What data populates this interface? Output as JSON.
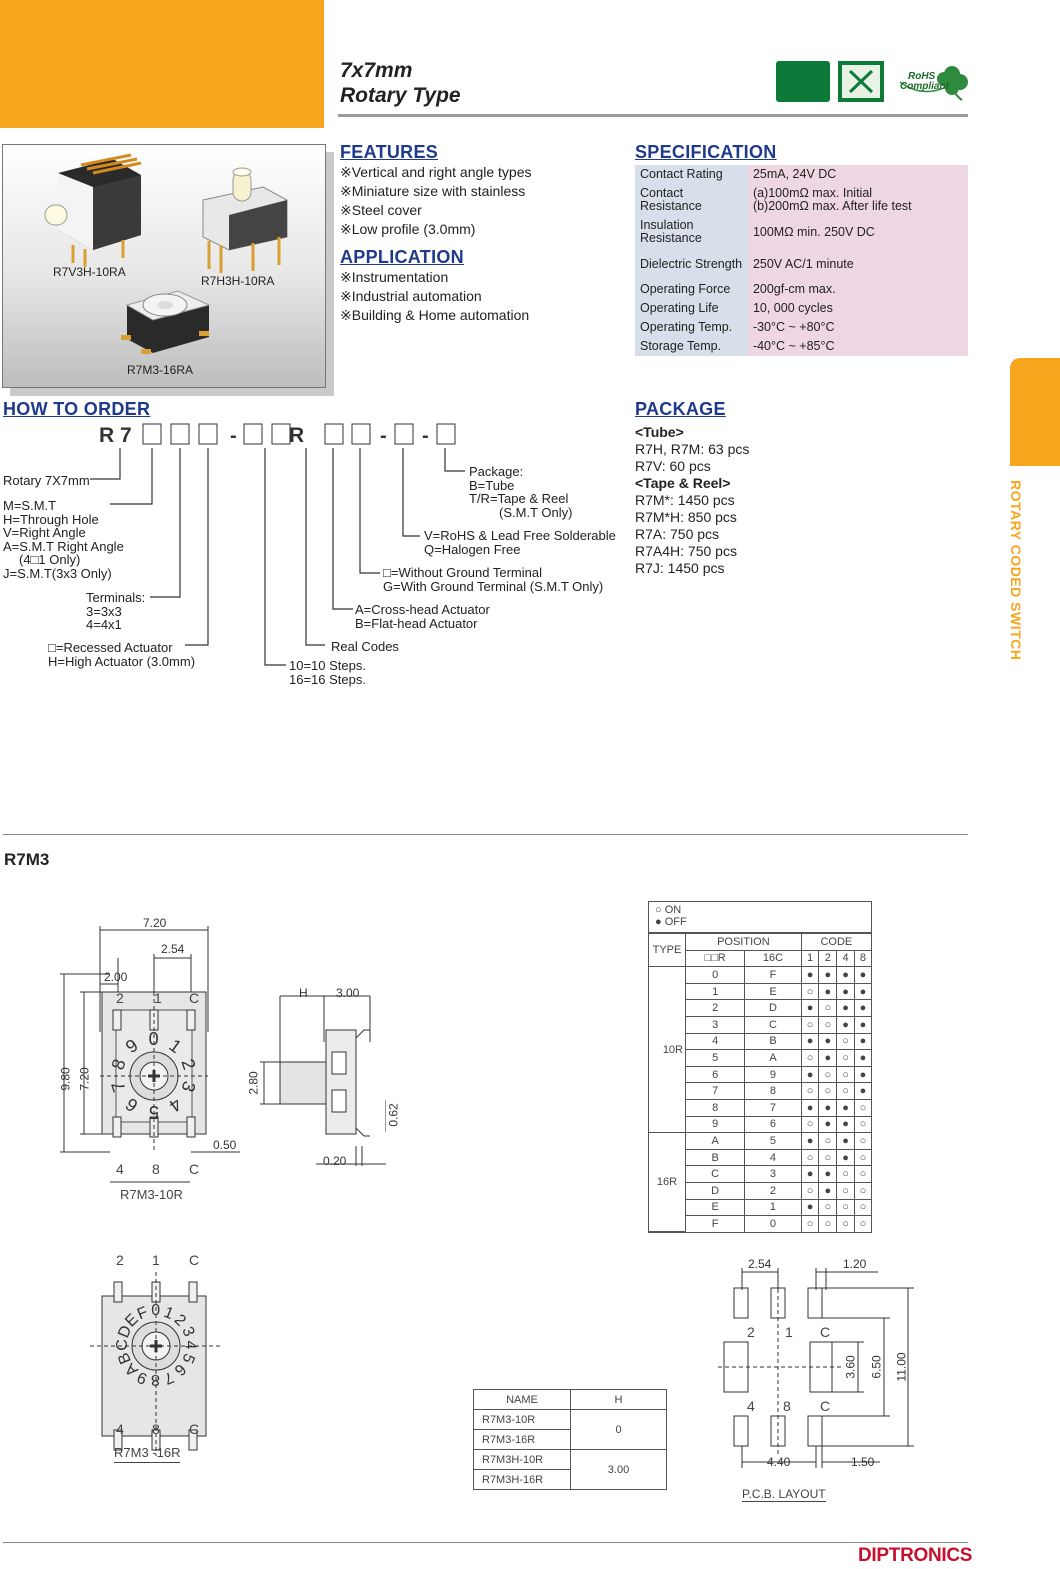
{
  "header": {
    "title_line1": "7x7mm",
    "title_line2": "Rotary Type",
    "rohs_line1": "RoHS",
    "rohs_line2": "Compliant"
  },
  "side_tab": {
    "label": "ROTARY CODED SWITCH"
  },
  "photo": {
    "labels": [
      "R7V3H-10RA",
      "R7H3H-10RA",
      "R7M3-16RA"
    ]
  },
  "features": {
    "heading": "FEATURES",
    "items": [
      "※Vertical and right angle types",
      "※Miniature size with stainless",
      "※Steel cover",
      "※Low profile (3.0mm)"
    ]
  },
  "application": {
    "heading": "APPLICATION",
    "items": [
      "※Instrumentation",
      "※Industrial automation",
      "※Building & Home automation"
    ]
  },
  "specification": {
    "heading": "SPECIFICATION",
    "rows": [
      {
        "key": "Contact Rating",
        "value": "25mA, 24V DC"
      },
      {
        "key": "Contact Resistance",
        "value": "(a)100mΩ max. Initial\n(b)200mΩ max. After life test"
      },
      {
        "key": "Insulation Resistance",
        "value": "100MΩ min. 250V DC"
      },
      {
        "key": "Dielectric Strength",
        "value": "250V AC/1 minute"
      },
      {
        "key": "Operating Force",
        "value": "200gf-cm max."
      },
      {
        "key": "Operating Life",
        "value": "10, 000 cycles"
      },
      {
        "key": "Operating Temp.",
        "value": "-30°C ~ +80°C"
      },
      {
        "key": "Storage Temp.",
        "value": "-40°C ~ +85°C"
      }
    ]
  },
  "how_to_order": {
    "heading": "HOW TO ORDER",
    "code_chars": [
      "R",
      "7",
      "",
      "",
      "",
      "-",
      "",
      "",
      "R",
      "",
      "",
      "-",
      "",
      "-",
      ""
    ],
    "labels": {
      "rotary": "Rotary 7X7mm",
      "mount": [
        "M=S.M.T",
        "H=Through Hole",
        "V=Right Angle",
        "A=S.M.T Right Angle",
        "(4□1 Only)",
        "J=S.M.T(3x3 Only)"
      ],
      "terminals": [
        "Terminals:",
        "3=3x3",
        "4=4x1"
      ],
      "actuator_height": [
        "□=Recessed Actuator",
        "H=High Actuator (3.0mm)"
      ],
      "steps": [
        "10=10 Steps.",
        "16=16 Steps."
      ],
      "real_codes": "Real Codes",
      "actuator_head": [
        "A=Cross-head Actuator",
        "B=Flat-head Actuator"
      ],
      "ground": [
        "□=Without Ground Terminal",
        "G=With Ground Terminal (S.M.T Only)"
      ],
      "solder": [
        "V=RoHS & Lead Free Solderable",
        "Q=Halogen Free"
      ],
      "package": [
        "Package:",
        "B=Tube",
        "T/R=Tape & Reel",
        "(S.M.T Only)"
      ]
    }
  },
  "package": {
    "heading": "PACKAGE",
    "lines": [
      {
        "text": "<Tube>",
        "bold": true
      },
      {
        "text": "R7H, R7M: 63 pcs",
        "bold": false
      },
      {
        "text": "R7V: 60 pcs",
        "bold": false
      },
      {
        "text": "<Tape & Reel>",
        "bold": true
      },
      {
        "text": "R7M*: 1450 pcs",
        "bold": false
      },
      {
        "text": "R7M*H: 850 pcs",
        "bold": false
      },
      {
        "text": "R7A: 750 pcs",
        "bold": false
      },
      {
        "text": "R7A4H: 750 pcs",
        "bold": false
      },
      {
        "text": "R7J: 1450 pcs",
        "bold": false
      }
    ]
  },
  "section2": {
    "title": "R7M3"
  },
  "drawings": {
    "top_view_10r": {
      "caption": "R7M3-10R",
      "dims": [
        "7.20",
        "2.54",
        "2.00",
        "9.80",
        "7.20",
        "0.50"
      ],
      "pins_top": [
        "2",
        "1",
        "C"
      ],
      "pins_bottom": [
        "4",
        "8",
        "C"
      ],
      "dial": [
        "0",
        "1",
        "2",
        "3",
        "4",
        "5",
        "6",
        "7",
        "8",
        "9"
      ]
    },
    "side_view": {
      "dims": [
        "H",
        "3.00",
        "2.80",
        "0.62",
        "0.20"
      ]
    },
    "top_view_16r": {
      "caption": "R7M3 -16R",
      "pins_top": [
        "2",
        "1",
        "C"
      ],
      "pins_bottom": [
        "4",
        "8",
        "C"
      ],
      "dial": [
        "0",
        "1",
        "2",
        "3",
        "4",
        "5",
        "6",
        "7",
        "8",
        "9",
        "A",
        "B",
        "C",
        "D",
        "E",
        "F"
      ]
    },
    "pcb_layout": {
      "caption": "P.C.B. LAYOUT",
      "dims": [
        "2.54",
        "1.20",
        "3.60",
        "6.50",
        "11.00",
        "4.40",
        "1.50"
      ],
      "pins_top": [
        "2",
        "1",
        "C"
      ],
      "pins_bottom": [
        "4",
        "8",
        "C"
      ]
    }
  },
  "code_table": {
    "legend": [
      "○ ON",
      "● OFF"
    ],
    "headers": {
      "type": "TYPE",
      "position": "POSITION",
      "code": "CODE",
      "r10": "□□R",
      "c16": "16C",
      "bits": [
        "1",
        "2",
        "4",
        "8"
      ]
    },
    "type_labels": {
      "r10": "10R",
      "r16": "16R"
    },
    "rows": [
      {
        "r": "0",
        "c": "F",
        "b": [
          "●",
          "●",
          "●",
          "●"
        ]
      },
      {
        "r": "1",
        "c": "E",
        "b": [
          "○",
          "●",
          "●",
          "●"
        ]
      },
      {
        "r": "2",
        "c": "D",
        "b": [
          "●",
          "○",
          "●",
          "●"
        ]
      },
      {
        "r": "3",
        "c": "C",
        "b": [
          "○",
          "○",
          "●",
          "●"
        ]
      },
      {
        "r": "4",
        "c": "B",
        "b": [
          "●",
          "●",
          "○",
          "●"
        ]
      },
      {
        "r": "5",
        "c": "A",
        "b": [
          "○",
          "●",
          "○",
          "●"
        ]
      },
      {
        "r": "6",
        "c": "9",
        "b": [
          "●",
          "○",
          "○",
          "●"
        ]
      },
      {
        "r": "7",
        "c": "8",
        "b": [
          "○",
          "○",
          "○",
          "●"
        ]
      },
      {
        "r": "8",
        "c": "7",
        "b": [
          "●",
          "●",
          "●",
          "○"
        ]
      },
      {
        "r": "9",
        "c": "6",
        "b": [
          "○",
          "●",
          "●",
          "○"
        ]
      },
      {
        "r": "A",
        "c": "5",
        "b": [
          "●",
          "○",
          "●",
          "○"
        ]
      },
      {
        "r": "B",
        "c": "4",
        "b": [
          "○",
          "○",
          "●",
          "○"
        ]
      },
      {
        "r": "C",
        "c": "3",
        "b": [
          "●",
          "●",
          "○",
          "○"
        ]
      },
      {
        "r": "D",
        "c": "2",
        "b": [
          "○",
          "●",
          "○",
          "○"
        ]
      },
      {
        "r": "E",
        "c": "1",
        "b": [
          "●",
          "○",
          "○",
          "○"
        ]
      },
      {
        "r": "F",
        "c": "0",
        "b": [
          "○",
          "○",
          "○",
          "○"
        ]
      }
    ]
  },
  "name_table": {
    "headers": [
      "NAME",
      "H"
    ],
    "names": [
      "R7M3-10R",
      "R7M3-16R",
      "R7M3H-10R",
      "R7M3H-16R"
    ],
    "values": [
      "0",
      "3.00"
    ]
  },
  "footer": {
    "brand": "DIPTRONICS"
  },
  "colors": {
    "orange": "#f7a51c",
    "heading_blue": "#1f3a8a",
    "green": "#0d7a3a",
    "spec_key": "#d7e0ea",
    "spec_val": "#efd6e3",
    "brand_red": "#c8102e"
  }
}
